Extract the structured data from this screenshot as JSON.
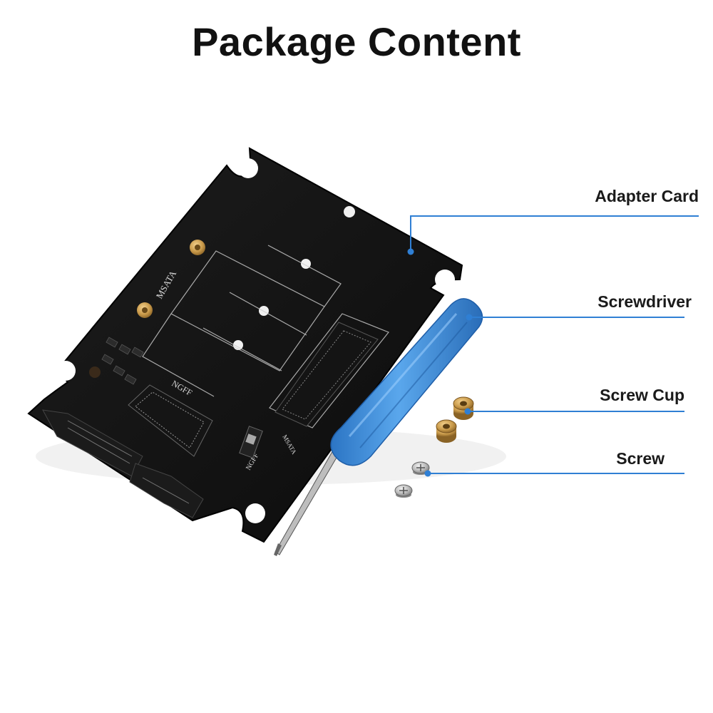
{
  "page": {
    "title": "Package Content"
  },
  "board": {
    "msata_label": "MSATA",
    "ngff_label": "NGFF",
    "ngff_switch_label": "NGFF",
    "msata_switch_label": "MSATA"
  },
  "callouts": [
    {
      "label": "Adapter Card"
    },
    {
      "label": "Screwdriver"
    },
    {
      "label": "Screw Cup"
    },
    {
      "label": "Screw"
    }
  ],
  "colors": {
    "callout_line": "#2f7fd4",
    "board": "#111111",
    "screwdriver_handle": "#3d8fdb",
    "brass": "#c99a4a"
  }
}
